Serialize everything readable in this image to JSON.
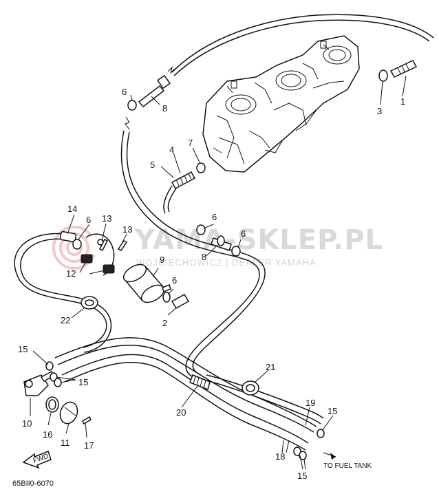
{
  "watermark": {
    "brand": "YAMA-SKLEP.PL",
    "tagline": "WOJCIECHOWICZ | DEALER YAMAHA"
  },
  "diagram_code": "65BII0-6070",
  "fwd_label": "FWD",
  "fuel_tank_label": "TO FUEL TANK",
  "callouts": [
    {
      "id": "c1",
      "text": "1"
    },
    {
      "id": "c2",
      "text": "2"
    },
    {
      "id": "c3",
      "text": "3"
    },
    {
      "id": "c4",
      "text": "4"
    },
    {
      "id": "c5",
      "text": "5"
    },
    {
      "id": "c6a",
      "text": "6"
    },
    {
      "id": "c6b",
      "text": "6"
    },
    {
      "id": "c6c",
      "text": "6"
    },
    {
      "id": "c6d",
      "text": "6"
    },
    {
      "id": "c6e",
      "text": "6"
    },
    {
      "id": "c7",
      "text": "7"
    },
    {
      "id": "c8a",
      "text": "8"
    },
    {
      "id": "c8b",
      "text": "8"
    },
    {
      "id": "c9",
      "text": "9"
    },
    {
      "id": "c10",
      "text": "10"
    },
    {
      "id": "c11",
      "text": "11"
    },
    {
      "id": "c12",
      "text": "12"
    },
    {
      "id": "c13a",
      "text": "13"
    },
    {
      "id": "c13b",
      "text": "13"
    },
    {
      "id": "c14",
      "text": "14"
    },
    {
      "id": "c15a",
      "text": "15"
    },
    {
      "id": "c15b",
      "text": "15"
    },
    {
      "id": "c15c",
      "text": "15"
    },
    {
      "id": "c15d",
      "text": "15"
    },
    {
      "id": "c16",
      "text": "16"
    },
    {
      "id": "c17",
      "text": "17"
    },
    {
      "id": "c18",
      "text": "18"
    },
    {
      "id": "c19",
      "text": "19"
    },
    {
      "id": "c20",
      "text": "20"
    },
    {
      "id": "c21",
      "text": "21"
    },
    {
      "id": "c22",
      "text": "22"
    }
  ]
}
